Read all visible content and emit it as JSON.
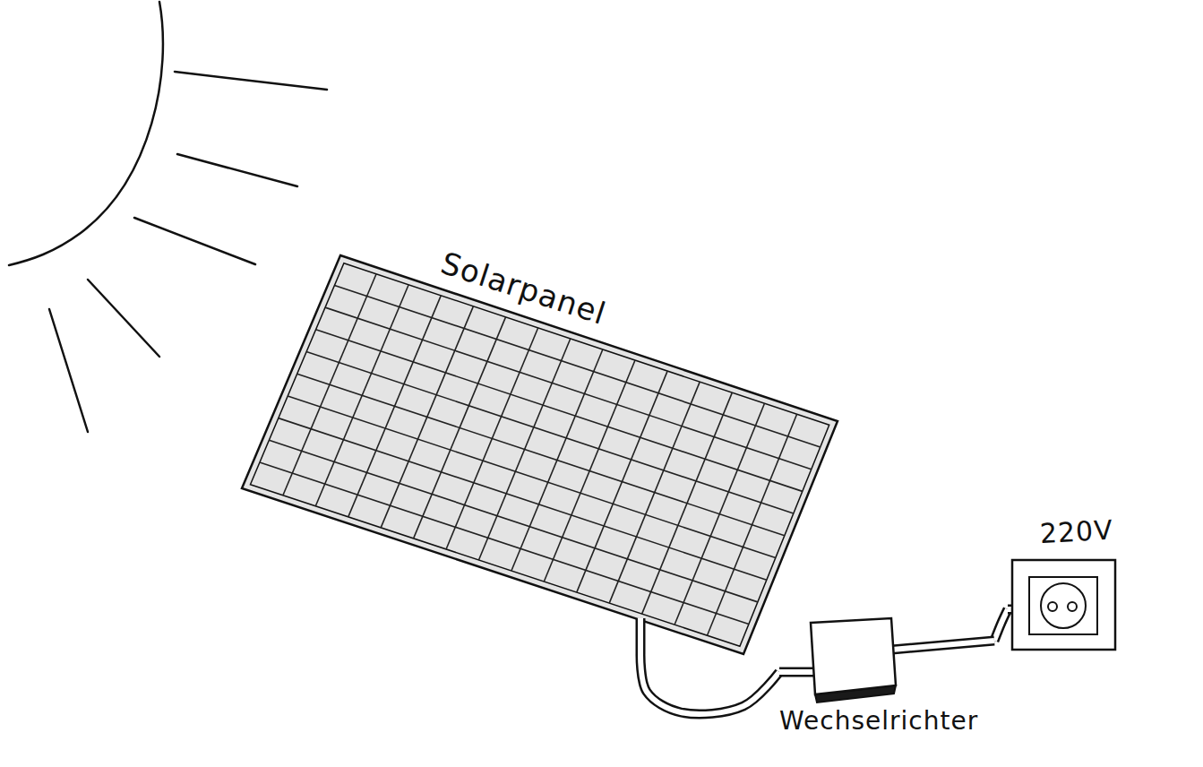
{
  "diagram": {
    "nodes": [
      {
        "text": [
          "Solarpanel"
        ]
      },
      {
        "text": [
          "Wechselrichter"
        ]
      },
      {
        "text": [
          "220V"
        ]
      }
    ],
    "edges": [
      {
        "from": 0,
        "to": 1,
        "arrow": "none"
      },
      {
        "from": 1,
        "to": 2,
        "arrow": "none"
      }
    ]
  }
}
